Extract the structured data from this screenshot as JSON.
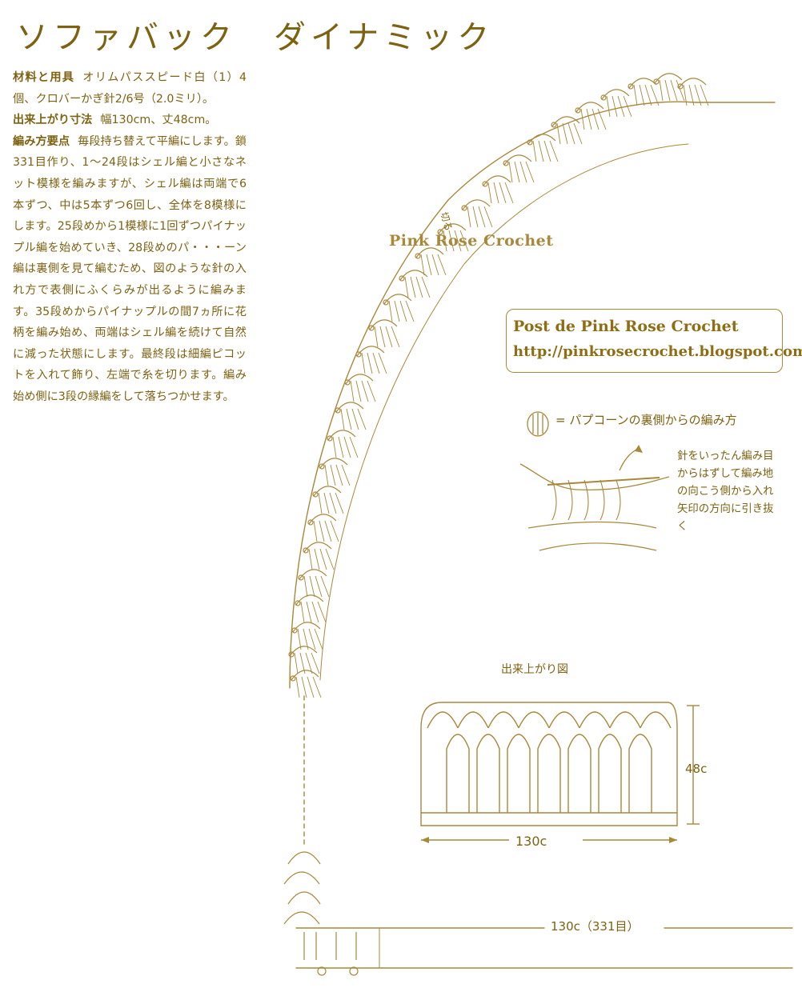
{
  "title": "ソファバック　ダイナミック",
  "instructions": {
    "materials_heading": "材料と用具",
    "materials_text": "オリムパススピード白（1）4個、クロバーかぎ針2/6号（2.0ミリ）。",
    "size_heading": "出来上がり寸法",
    "size_text": "幅130cm、丈48cm。",
    "method_heading": "編み方要点",
    "method_text": "毎段持ち替えて平編にします。鎖 331目作り、1～24段はシェル編と小さなネット模様を編みますが、シェル編は両端で6本ずつ、中は5本ずつ6回し、全体を8模様にします。25段めから1模様に1回ずつパイナップル編を始めていき、28段めのパ・・・ーン編は裏側を見て編むため、図のような針の入れ方で表側にふくらみが出るように編みます。35段めからパイナップルの間7ヵ所に花柄を編み始め、両端はシェル編を続けて自然に減った状態にします。最終段は細編ピコットを入れて飾り、左端で糸を切ります。編み始め側に3段の縁編をして落ちつかせます。"
  },
  "watermark": "Pink Rose Crochet",
  "post_box": {
    "line1": "Post de Pink Rose Crochet",
    "line2": "http://pinkrosecrochet.blogspot.com"
  },
  "popcorn_label": "= パプコーンの裏側からの編み方",
  "popcorn_note": [
    "針をいったん編み目",
    "からはずして編み地",
    "の向こう側から入れ",
    "矢印の方向に引き抜",
    "く"
  ],
  "cut_label": "切る",
  "finished_label": "出来上がり図",
  "dim_height": "48c",
  "dim_width": "130c",
  "dim_chain": "130c（331目）",
  "colors": {
    "ink": "#7d6212",
    "line": "#a8883a"
  }
}
